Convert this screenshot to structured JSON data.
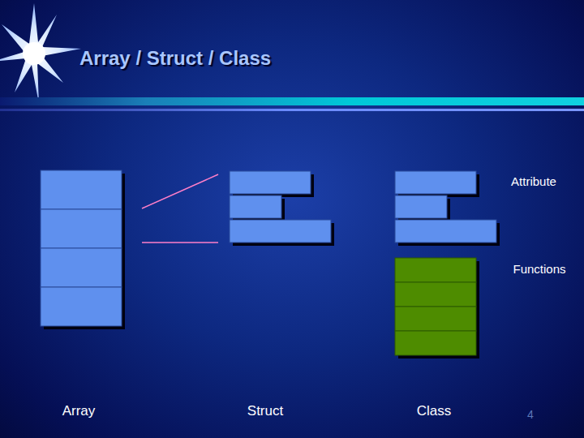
{
  "diagram": {
    "title": "Array / Struct / Class",
    "labels": [
      "Attribute",
      "Functions",
      "Array",
      "Struct",
      "Class",
      "4"
    ]
  }
}
